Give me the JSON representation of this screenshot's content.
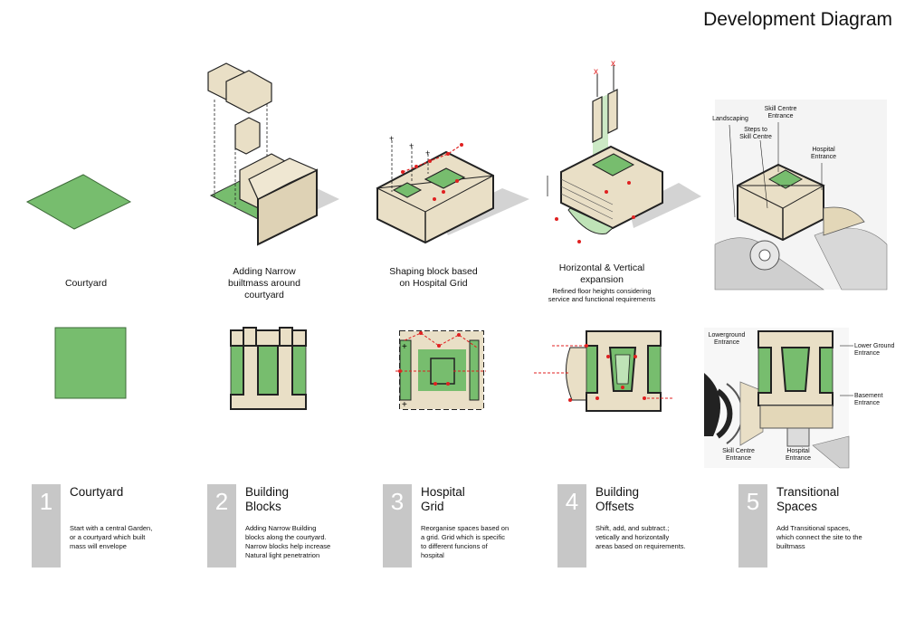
{
  "title": "Development Diagram",
  "colors": {
    "green": "#77bd6e",
    "block": "#e9dfc6",
    "blockSide": "#d9cdb0",
    "shadow": "#d3d3d3",
    "red": "#e02020"
  },
  "captions": {
    "c1": "Courtyard",
    "c2": "Adding Narrow builtmass around courtyard",
    "c3": "Shaping block based on Hospital Grid",
    "c4": "Horizontal & Vertical expansion",
    "c4sub": "Refined floor heights considering service and functional requirements"
  },
  "markers": {
    "x": "x",
    "plus": "+"
  },
  "labels3d": {
    "landscaping": "Landscaping",
    "steps": "Steps to Skill Centre",
    "skill_entrance": "Skill Centre Entrance",
    "hospital_entrance": "Hospital Entrance"
  },
  "labelsPlan": {
    "lowerground_entrance": "Lowerground Entrance",
    "lower_ground_entrance": "Lower Ground Entrance",
    "basement_entrance": "Basement Entrance",
    "skill_centre_entrance": "Skill Centre Entrance",
    "hospital_entrance": "Hospital Entrance"
  },
  "steps": [
    {
      "num": "1",
      "title": "Courtyard",
      "desc": "Start with a central Garden, or a courtyard which built mass will envelope"
    },
    {
      "num": "2",
      "title": "Building Blocks",
      "desc": "Adding Narrow Building blocks along the courtyard. Narrow blocks help increase Natural light penetratrion"
    },
    {
      "num": "3",
      "title": "Hospital Grid",
      "desc": "Reorganise spaces based on a grid. Grid which is specific to different funcions of hospital"
    },
    {
      "num": "4",
      "title": "Building Offsets",
      "desc": "Shift, add, and subtract.; vetically and horizontally areas based on requirements."
    },
    {
      "num": "5",
      "title": "Transitional Spaces",
      "desc": "Add Transitional spaces, which connect the site to the builtmass"
    }
  ]
}
